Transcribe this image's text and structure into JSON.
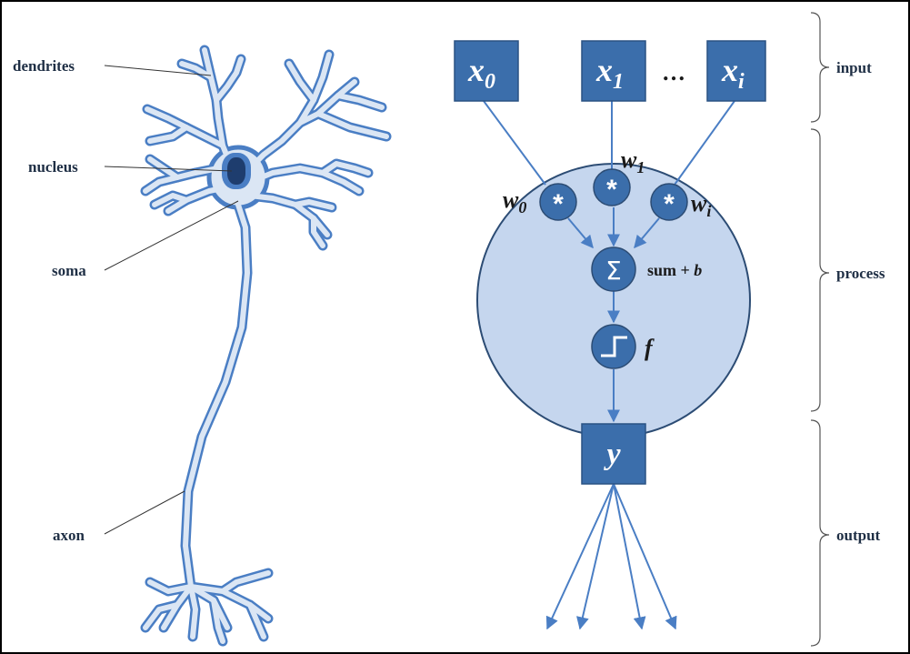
{
  "neuron_labels": {
    "dendrites": "dendrites",
    "nucleus": "nucleus",
    "soma": "soma",
    "axon": "axon"
  },
  "inputs": {
    "x0": {
      "base": "x",
      "sub": "0"
    },
    "x1": {
      "base": "x",
      "sub": "1"
    },
    "ellipsis": "…",
    "xi": {
      "base": "x",
      "sub": "i"
    }
  },
  "weights": {
    "w0": {
      "base": "w",
      "sub": "0"
    },
    "w1": {
      "base": "w",
      "sub": "1"
    },
    "wi": {
      "base": "w",
      "sub": "i"
    },
    "mult_symbol": "*"
  },
  "process": {
    "sum_symbol": "Σ",
    "sum_label": "sum + ",
    "bias": "b",
    "activation_label": "f"
  },
  "output": {
    "label": "y"
  },
  "stages": {
    "input": "input",
    "process": "process",
    "output": "output"
  },
  "colors": {
    "box_fill": "#3b6eab",
    "box_stroke": "#2a5283",
    "big_circle_fill": "#c5d6ee",
    "big_circle_stroke": "#2c4c74",
    "neuron_fill": "#dbe6f4",
    "neuron_stroke": "#4a7ec4",
    "arrow": "#4a7ec4",
    "label_text": "#1f2f45"
  }
}
